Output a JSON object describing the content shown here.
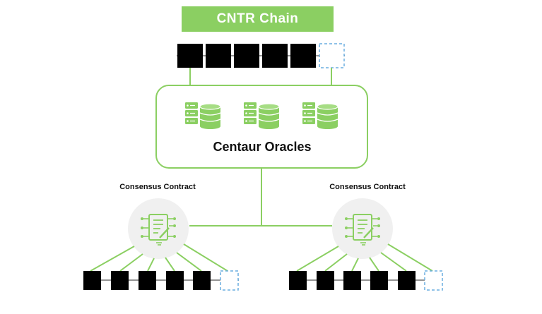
{
  "chain": {
    "title": "CNTR Chain"
  },
  "oracles": {
    "title": "Centaur Oracles",
    "icon": "database-server-icon"
  },
  "contracts": [
    {
      "label": "Consensus Contract",
      "icon": "smart-contract-icon"
    },
    {
      "label": "Consensus Contract",
      "icon": "smart-contract-icon"
    }
  ],
  "colors": {
    "accent_green": "#8bcf62",
    "block": "#000000",
    "pending_block": "#6aaee0",
    "contract_bg": "#f0f0f0"
  }
}
